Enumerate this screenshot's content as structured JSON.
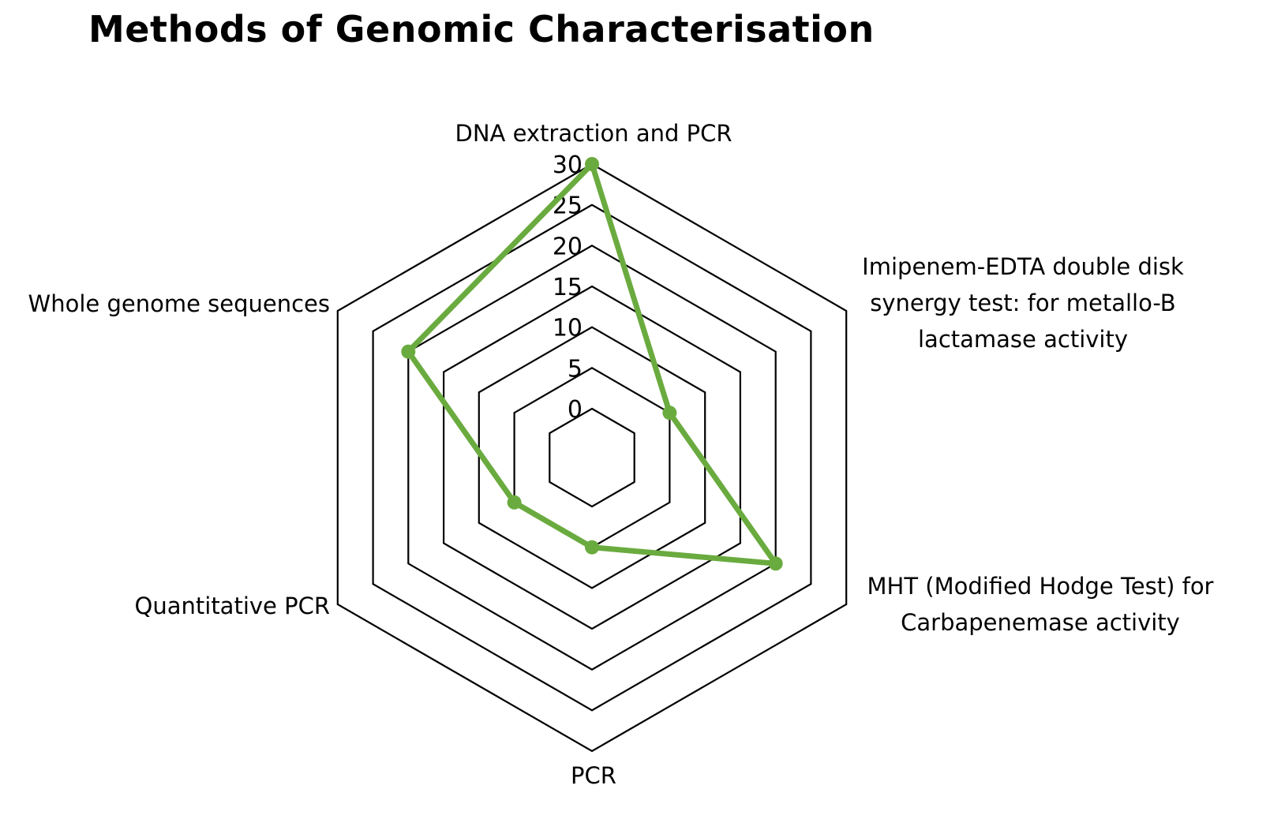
{
  "chart_data": {
    "type": "radar",
    "title": "Methods of Genomic Characterisation",
    "categories": [
      [
        "DNA extraction and PCR"
      ],
      [
        "Imipenem-EDTA double disk",
        "synergy test: for metallo-B",
        "lactamase activity"
      ],
      [
        "MHT (Modified Hodge Test) for",
        "Carbapenemase activity"
      ],
      [
        "PCR"
      ],
      [
        "Quantitative PCR"
      ],
      [
        "Whole genome sequences"
      ]
    ],
    "ticks": [
      0,
      5,
      10,
      15,
      20,
      25,
      30
    ],
    "rlim": [
      0,
      30
    ],
    "series": [
      {
        "values": [
          30,
          5,
          20,
          5,
          5,
          20
        ]
      }
    ],
    "grid": true,
    "legend": "none",
    "colors": {
      "series": "#6aab3f",
      "grid": "#000000"
    }
  }
}
